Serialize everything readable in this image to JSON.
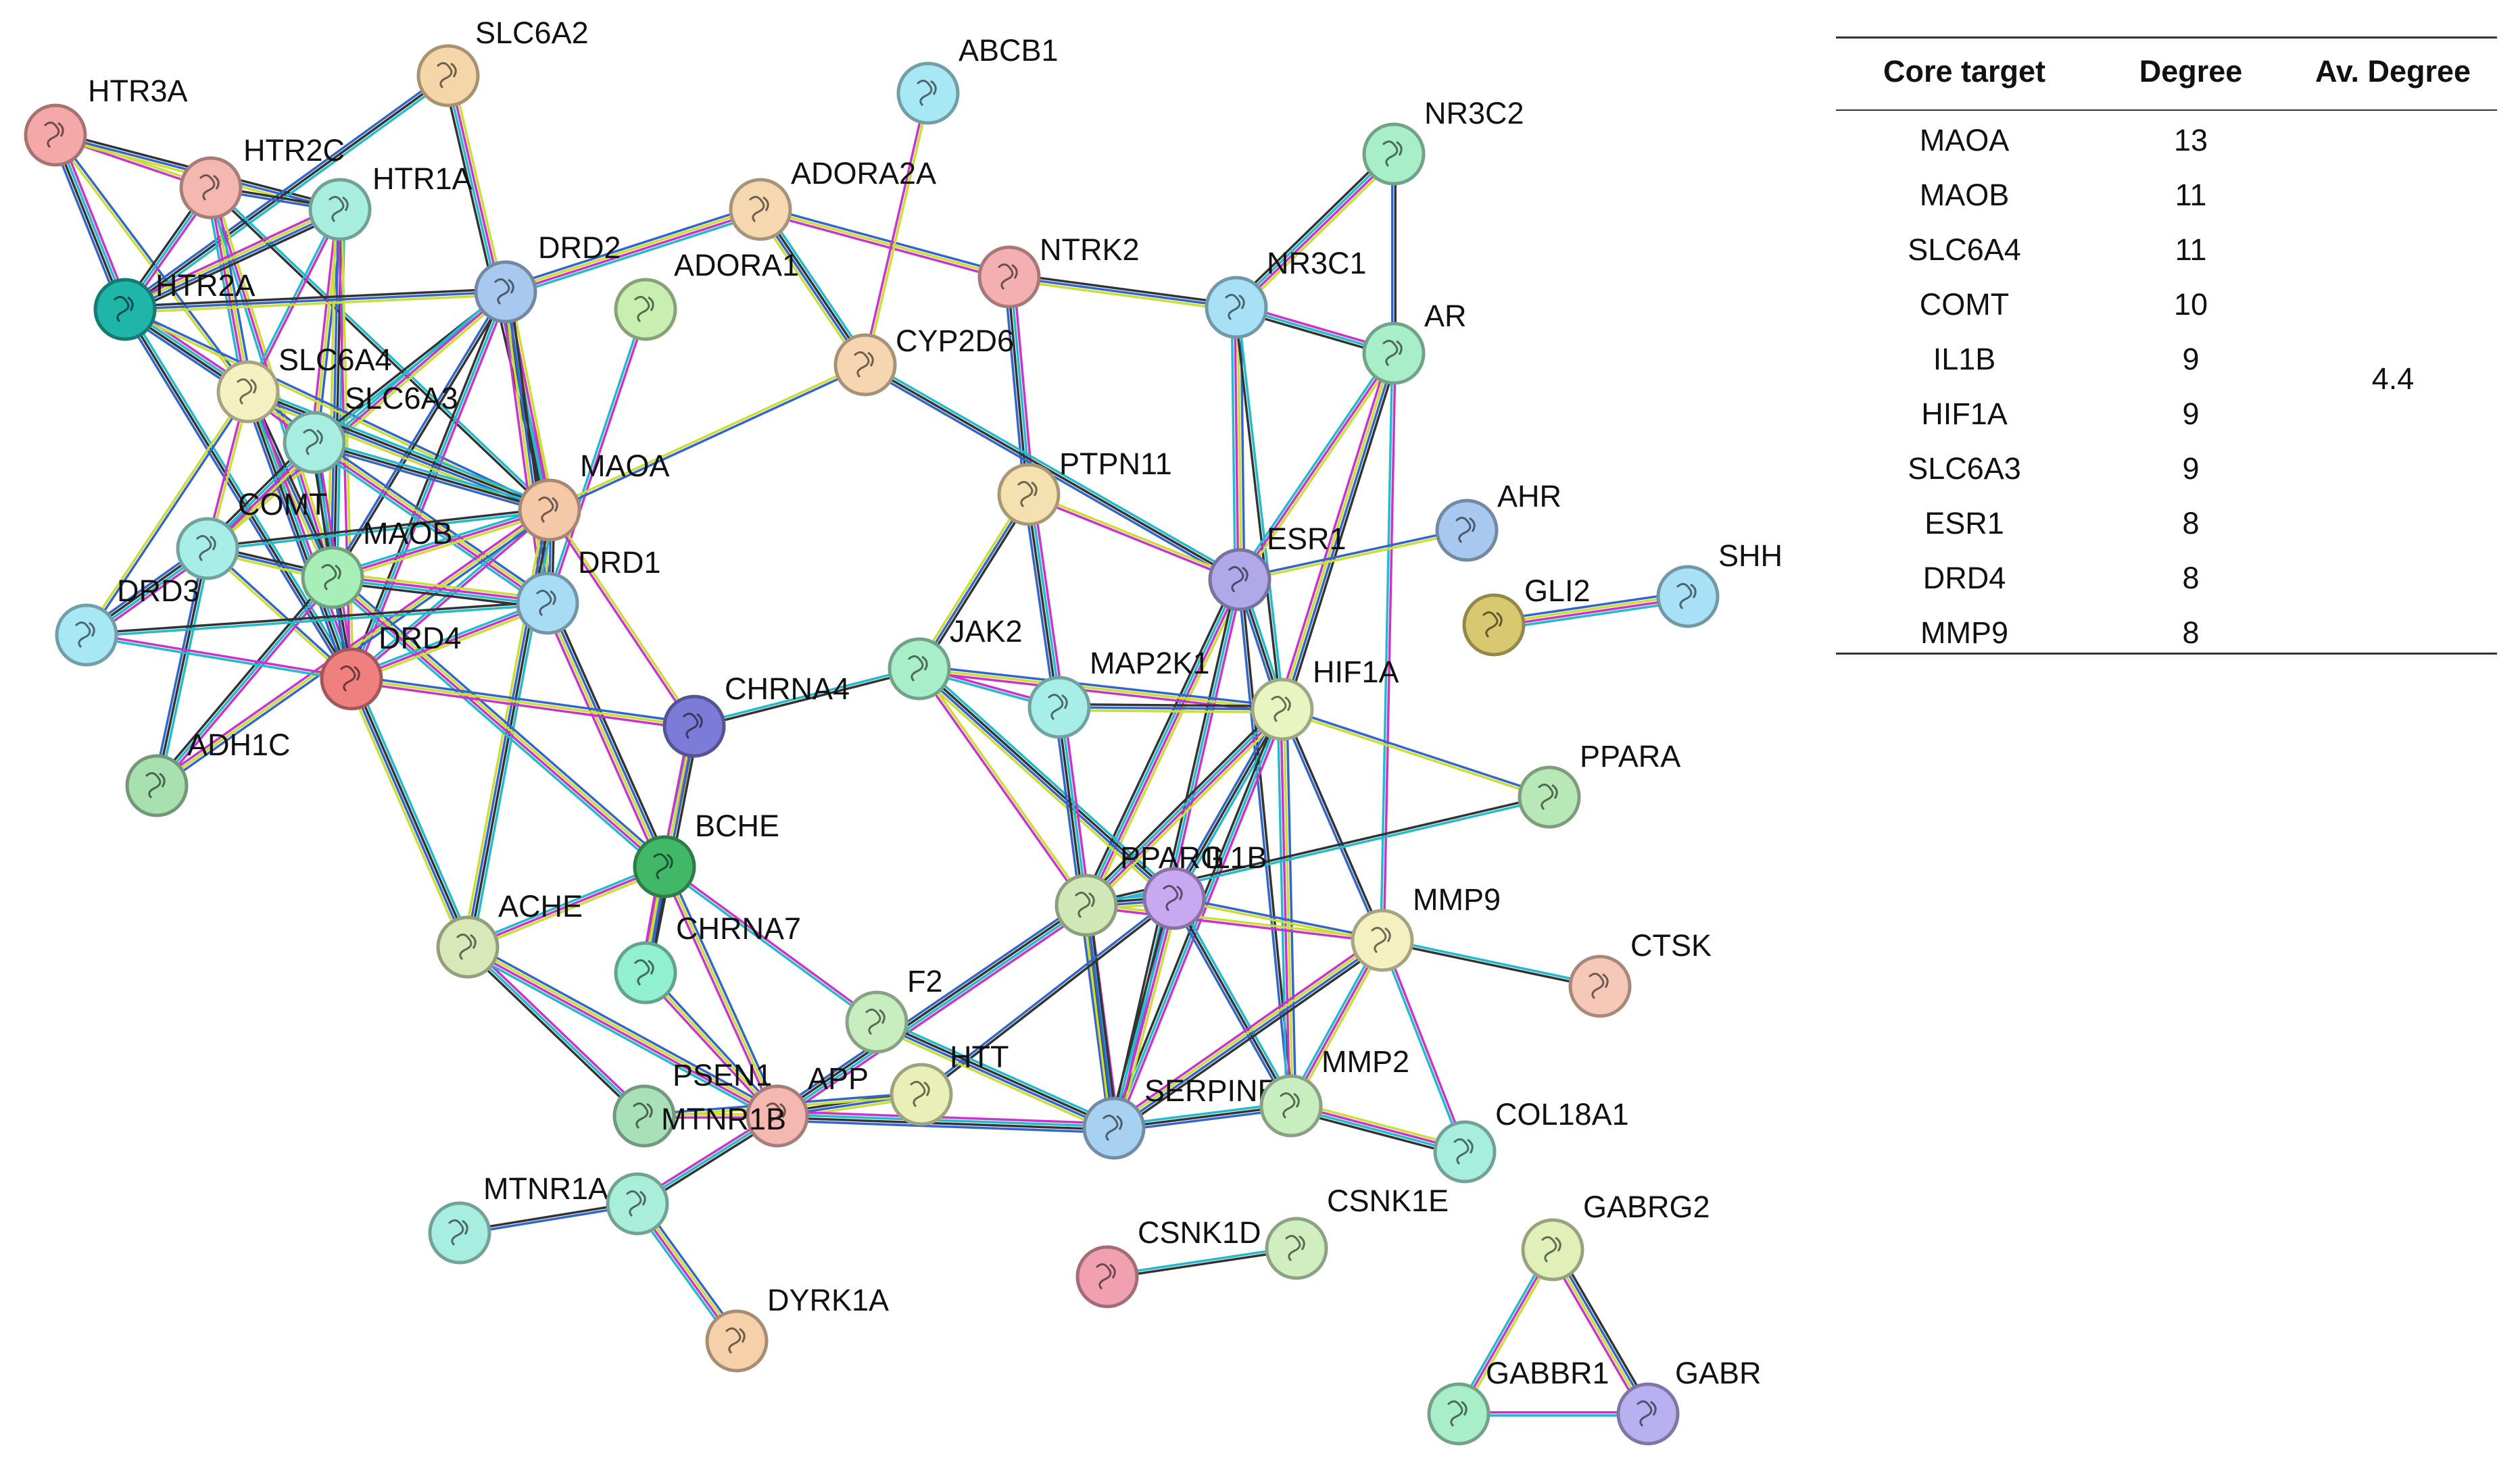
{
  "network": {
    "nodes": [
      {
        "id": "HTR3A",
        "label": "HTR3A",
        "color": "#f4a9a8"
      },
      {
        "id": "SLC6A2",
        "label": "SLC6A2",
        "color": "#f5d6a8"
      },
      {
        "id": "HTR2C",
        "label": "HTR2C",
        "color": "#f4b8b0"
      },
      {
        "id": "HTR1A",
        "label": "HTR1A",
        "color": "#a8eede"
      },
      {
        "id": "HTR2A",
        "label": "HTR2A",
        "color": "#1fb5a8"
      },
      {
        "id": "DRD2",
        "label": "DRD2",
        "color": "#a8c8f0"
      },
      {
        "id": "ADORA1",
        "label": "ADORA1",
        "color": "#c8eeb0"
      },
      {
        "id": "ADORA2A",
        "label": "ADORA2A",
        "color": "#f5d8b0"
      },
      {
        "id": "ABCB1",
        "label": "ABCB1",
        "color": "#a8e8f5"
      },
      {
        "id": "NTRK2",
        "label": "NTRK2",
        "color": "#f4b0b0"
      },
      {
        "id": "CYP2D6",
        "label": "CYP2D6",
        "color": "#f5d6b0"
      },
      {
        "id": "NR3C2",
        "label": "NR3C2",
        "color": "#a8eec8"
      },
      {
        "id": "NR3C1",
        "label": "NR3C1",
        "color": "#a8e0f5"
      },
      {
        "id": "AR",
        "label": "AR",
        "color": "#a8eec8"
      },
      {
        "id": "SLC6A4",
        "label": "SLC6A4",
        "color": "#f5f0c0"
      },
      {
        "id": "SLC6A3",
        "label": "SLC6A3",
        "color": "#a8eee0"
      },
      {
        "id": "MAOA",
        "label": "MAOA",
        "color": "#f5c8a8"
      },
      {
        "id": "COMT",
        "label": "COMT",
        "color": "#a8eee8"
      },
      {
        "id": "MAOB",
        "label": "MAOB",
        "color": "#a8eeb8"
      },
      {
        "id": "DRD1",
        "label": "DRD1",
        "color": "#a8dcf5"
      },
      {
        "id": "DRD3",
        "label": "DRD3",
        "color": "#a8e8f5"
      },
      {
        "id": "DRD4",
        "label": "DRD4",
        "color": "#f08080"
      },
      {
        "id": "PTPN11",
        "label": "PTPN11",
        "color": "#f5e0b0"
      },
      {
        "id": "ESR1",
        "label": "ESR1",
        "color": "#b0a8e8"
      },
      {
        "id": "AHR",
        "label": "AHR",
        "color": "#a8c8f0"
      },
      {
        "id": "GLI2",
        "label": "GLI2",
        "color": "#d8c870"
      },
      {
        "id": "SHH",
        "label": "SHH",
        "color": "#a8e0f5"
      },
      {
        "id": "CHRNA4",
        "label": "CHRNA4",
        "color": "#7c7cd8"
      },
      {
        "id": "JAK2",
        "label": "JAK2",
        "color": "#a8eec8"
      },
      {
        "id": "MAP2K1",
        "label": "MAP2K1",
        "color": "#a8eee8"
      },
      {
        "id": "HIF1A",
        "label": "HIF1A",
        "color": "#e8f5c0"
      },
      {
        "id": "ADH1C",
        "label": "ADH1C",
        "color": "#a8e0b0"
      },
      {
        "id": "PPARA",
        "label": "PPARA",
        "color": "#b8e8b8"
      },
      {
        "id": "BCHE",
        "label": "BCHE",
        "color": "#40b868"
      },
      {
        "id": "PPARG",
        "label": "PPARG",
        "color": "#d0e8b8"
      },
      {
        "id": "IL1B",
        "label": "IL1B",
        "color": "#c8a8f0"
      },
      {
        "id": "ACHE",
        "label": "ACHE",
        "color": "#d8e8b8"
      },
      {
        "id": "MMP9",
        "label": "MMP9",
        "color": "#f5f0c0"
      },
      {
        "id": "CTSK",
        "label": "CTSK",
        "color": "#f5c8b8"
      },
      {
        "id": "CHRNA7",
        "label": "CHRNA7",
        "color": "#90f0d0"
      },
      {
        "id": "F2",
        "label": "F2",
        "color": "#c8eec0"
      },
      {
        "id": "PSEN1",
        "label": "PSEN1",
        "color": "#a8e0b8"
      },
      {
        "id": "APP",
        "label": "APP",
        "color": "#f4b8b0"
      },
      {
        "id": "HTT",
        "label": "HTT",
        "color": "#e8f0b8"
      },
      {
        "id": "SERPINE1",
        "label": "SERPINE1",
        "color": "#a8d0f0"
      },
      {
        "id": "MMP2",
        "label": "MMP2",
        "color": "#c8eec0"
      },
      {
        "id": "COL18A1",
        "label": "COL18A1",
        "color": "#a8eede"
      },
      {
        "id": "MTNR1A",
        "label": "MTNR1A",
        "color": "#a8eee0"
      },
      {
        "id": "MTNR1B",
        "label": "MTNR1B",
        "color": "#a8eed8"
      },
      {
        "id": "DYRK1A",
        "label": "DYRK1A",
        "color": "#f5d0a8"
      },
      {
        "id": "CSNK1D",
        "label": "CSNK1D",
        "color": "#f0a0b0"
      },
      {
        "id": "CSNK1E",
        "label": "CSNK1E",
        "color": "#d0eec0"
      },
      {
        "id": "GABRG2",
        "label": "GABRG2",
        "color": "#e0f0b8"
      },
      {
        "id": "GABBR1",
        "label": "GABBR1",
        "color": "#a8eec8"
      },
      {
        "id": "GABRB",
        "label": "GABR",
        "color": "#b8b0f0"
      }
    ],
    "edges": [
      [
        "HTR3A",
        "HTR2C"
      ],
      [
        "HTR3A",
        "HTR1A"
      ],
      [
        "HTR3A",
        "HTR2A"
      ],
      [
        "HTR3A",
        "SLC6A4"
      ],
      [
        "SLC6A2",
        "HTR2A"
      ],
      [
        "SLC6A2",
        "MAOA"
      ],
      [
        "HTR2C",
        "HTR1A"
      ],
      [
        "HTR2C",
        "HTR2A"
      ],
      [
        "HTR2C",
        "SLC6A4"
      ],
      [
        "HTR2C",
        "MAOA"
      ],
      [
        "HTR2C",
        "MAOB"
      ],
      [
        "HTR1A",
        "HTR2A"
      ],
      [
        "HTR1A",
        "SLC6A4"
      ],
      [
        "HTR1A",
        "SLC6A3"
      ],
      [
        "HTR1A",
        "MAOB"
      ],
      [
        "HTR1A",
        "DRD4"
      ],
      [
        "HTR2A",
        "DRD2"
      ],
      [
        "HTR2A",
        "SLC6A4"
      ],
      [
        "HTR2A",
        "MAOA"
      ],
      [
        "HTR2A",
        "DRD4"
      ],
      [
        "DRD2",
        "MAOA"
      ],
      [
        "DRD2",
        "MAOB"
      ],
      [
        "DRD2",
        "DRD4"
      ],
      [
        "DRD2",
        "ADORA2A"
      ],
      [
        "DRD2",
        "SLC6A3"
      ],
      [
        "DRD2",
        "COMT"
      ],
      [
        "DRD2",
        "DRD1"
      ],
      [
        "ADORA1",
        "DRD1"
      ],
      [
        "ADORA2A",
        "NTRK2"
      ],
      [
        "ADORA2A",
        "CYP2D6"
      ],
      [
        "ABCB1",
        "CYP2D6"
      ],
      [
        "NTRK2",
        "NR3C1"
      ],
      [
        "NTRK2",
        "PTPN11"
      ],
      [
        "CYP2D6",
        "MAOA"
      ],
      [
        "CYP2D6",
        "ESR1"
      ],
      [
        "NR3C2",
        "NR3C1"
      ],
      [
        "NR3C2",
        "AR"
      ],
      [
        "NR3C1",
        "AR"
      ],
      [
        "NR3C1",
        "ESR1"
      ],
      [
        "NR3C1",
        "HIF1A"
      ],
      [
        "AR",
        "ESR1"
      ],
      [
        "AR",
        "HIF1A"
      ],
      [
        "AR",
        "MMP9"
      ],
      [
        "SLC6A4",
        "SLC6A3"
      ],
      [
        "SLC6A4",
        "MAOA"
      ],
      [
        "SLC6A4",
        "COMT"
      ],
      [
        "SLC6A4",
        "MAOB"
      ],
      [
        "SLC6A4",
        "DRD4"
      ],
      [
        "SLC6A4",
        "DRD3"
      ],
      [
        "SLC6A3",
        "MAOA"
      ],
      [
        "SLC6A3",
        "COMT"
      ],
      [
        "SLC6A3",
        "MAOB"
      ],
      [
        "SLC6A3",
        "DRD4"
      ],
      [
        "SLC6A3",
        "DRD1"
      ],
      [
        "MAOA",
        "COMT"
      ],
      [
        "MAOA",
        "MAOB"
      ],
      [
        "MAOA",
        "DRD1"
      ],
      [
        "MAOA",
        "DRD4"
      ],
      [
        "MAOA",
        "ADH1C"
      ],
      [
        "MAOA",
        "ACHE"
      ],
      [
        "MAOA",
        "CHRNA4"
      ],
      [
        "COMT",
        "MAOB"
      ],
      [
        "COMT",
        "DRD3"
      ],
      [
        "COMT",
        "DRD4"
      ],
      [
        "COMT",
        "ADH1C"
      ],
      [
        "MAOB",
        "DRD1"
      ],
      [
        "MAOB",
        "DRD4"
      ],
      [
        "MAOB",
        "ADH1C"
      ],
      [
        "MAOB",
        "BCHE"
      ],
      [
        "DRD1",
        "DRD3"
      ],
      [
        "DRD1",
        "DRD4"
      ],
      [
        "DRD1",
        "BCHE"
      ],
      [
        "DRD3",
        "DRD4"
      ],
      [
        "DRD4",
        "CHRNA4"
      ],
      [
        "DRD4",
        "ACHE"
      ],
      [
        "PTPN11",
        "ESR1"
      ],
      [
        "PTPN11",
        "JAK2"
      ],
      [
        "PTPN11",
        "MAP2K1"
      ],
      [
        "ESR1",
        "AHR"
      ],
      [
        "ESR1",
        "HIF1A"
      ],
      [
        "ESR1",
        "PPARG"
      ],
      [
        "ESR1",
        "MMP2"
      ],
      [
        "ESR1",
        "SERPINE1"
      ],
      [
        "GLI2",
        "SHH"
      ],
      [
        "CHRNA4",
        "JAK2"
      ],
      [
        "CHRNA4",
        "BCHE"
      ],
      [
        "CHRNA4",
        "CHRNA7"
      ],
      [
        "JAK2",
        "MAP2K1"
      ],
      [
        "JAK2",
        "HIF1A"
      ],
      [
        "JAK2",
        "IL1B"
      ],
      [
        "JAK2",
        "PPARG"
      ],
      [
        "MAP2K1",
        "HIF1A"
      ],
      [
        "MAP2K1",
        "SERPINE1"
      ],
      [
        "HIF1A",
        "PPARA"
      ],
      [
        "HIF1A",
        "IL1B"
      ],
      [
        "HIF1A",
        "PPARG"
      ],
      [
        "HIF1A",
        "MMP9"
      ],
      [
        "HIF1A",
        "SERPINE1"
      ],
      [
        "HIF1A",
        "MMP2"
      ],
      [
        "PPARA",
        "PPARG"
      ],
      [
        "BCHE",
        "ACHE"
      ],
      [
        "BCHE",
        "CHRNA7"
      ],
      [
        "BCHE",
        "F2"
      ],
      [
        "BCHE",
        "APP"
      ],
      [
        "PPARG",
        "IL1B"
      ],
      [
        "PPARG",
        "MMP9"
      ],
      [
        "PPARG",
        "SERPINE1"
      ],
      [
        "PPARG",
        "APP"
      ],
      [
        "IL1B",
        "MMP9"
      ],
      [
        "IL1B",
        "MMP2"
      ],
      [
        "IL1B",
        "SERPINE1"
      ],
      [
        "IL1B",
        "HTT"
      ],
      [
        "ACHE",
        "PSEN1"
      ],
      [
        "ACHE",
        "APP"
      ],
      [
        "MMP9",
        "CTSK"
      ],
      [
        "MMP9",
        "MMP2"
      ],
      [
        "MMP9",
        "SERPINE1"
      ],
      [
        "MMP9",
        "COL18A1"
      ],
      [
        "CHRNA7",
        "APP"
      ],
      [
        "F2",
        "SERPINE1"
      ],
      [
        "PSEN1",
        "APP"
      ],
      [
        "APP",
        "HTT"
      ],
      [
        "APP",
        "SERPINE1"
      ],
      [
        "PSEN1",
        "HTT"
      ],
      [
        "SERPINE1",
        "MMP2"
      ],
      [
        "MMP2",
        "COL18A1"
      ],
      [
        "MTNR1A",
        "MTNR1B"
      ],
      [
        "MTNR1B",
        "APP"
      ],
      [
        "MTNR1B",
        "DYRK1A"
      ],
      [
        "CSNK1D",
        "CSNK1E"
      ],
      [
        "GABRG2",
        "GABBR1"
      ],
      [
        "GABRG2",
        "GABRB"
      ],
      [
        "GABBR1",
        "GABRB"
      ]
    ],
    "edge_colors": [
      "#ccdd33",
      "#333333",
      "#cc33cc",
      "#3366cc",
      "#22bbcc"
    ]
  },
  "table": {
    "headers": [
      "Core target",
      "Degree",
      "Av. Degree"
    ],
    "rows": [
      {
        "target": "MAOA",
        "degree": "13"
      },
      {
        "target": "MAOB",
        "degree": "11"
      },
      {
        "target": "SLC6A4",
        "degree": "11"
      },
      {
        "target": "COMT",
        "degree": "10"
      },
      {
        "target": "IL1B",
        "degree": "9"
      },
      {
        "target": "HIF1A",
        "degree": "9"
      },
      {
        "target": "SLC6A3",
        "degree": "9"
      },
      {
        "target": "ESR1",
        "degree": "8"
      },
      {
        "target": "DRD4",
        "degree": "8"
      },
      {
        "target": "MMP9",
        "degree": "8"
      }
    ],
    "av_degree": "4.4"
  }
}
